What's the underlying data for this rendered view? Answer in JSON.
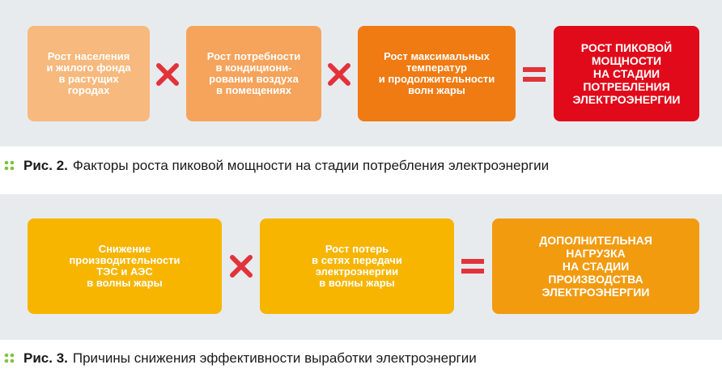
{
  "figure2": {
    "boxes": [
      {
        "text": "Рост населения\nи жилого фонда\nв растущих\nгородах",
        "color": "#f7b97d"
      },
      {
        "text": "Рост потребности\nв кондициони-\nровании воздуха\nв помещениях",
        "color": "#f6a35b"
      },
      {
        "text": "Рост максимальных\nтемператур\nи продолжительности\nволн жары",
        "color": "#f07b12"
      },
      {
        "text": "РОСТ ПИКОВОЙ\nМОЩНОСТИ\nНА СТАДИИ\nПОТРЕБЛЕНИЯ\nЭЛЕКТРОЭНЕРГИИ",
        "color": "#e10a1a"
      }
    ],
    "caption_prefix": "Рис. 2.",
    "caption_text": "Факторы роста пиковой мощности на стадии потребления электроэнергии"
  },
  "figure3": {
    "boxes": [
      {
        "text": "Снижение\nпроизводительности\nТЭС и АЭС\nв волны жары",
        "color": "#f7b500"
      },
      {
        "text": "Рост потерь\nв сетях передачи\nэлектроэнергии\nв волны жары",
        "color": "#f7b500"
      },
      {
        "text": "ДОПОЛНИТЕЛЬНАЯ\nНАГРУЗКА\nНА СТАДИИ\nПРОИЗВОДСТВА\nЭЛЕКТРОЭНЕРГИИ",
        "color": "#f29b0f"
      }
    ],
    "caption_prefix": "Рис. 3.",
    "caption_text": "Причины снижения эффективности выработки электроэнергии"
  },
  "colors": {
    "panel_bg": "#e8ebee",
    "operator": "#e2323a",
    "bullet": "#7fc241"
  },
  "operators": {
    "multiply": "multiply-icon",
    "equals": "equals-icon"
  }
}
